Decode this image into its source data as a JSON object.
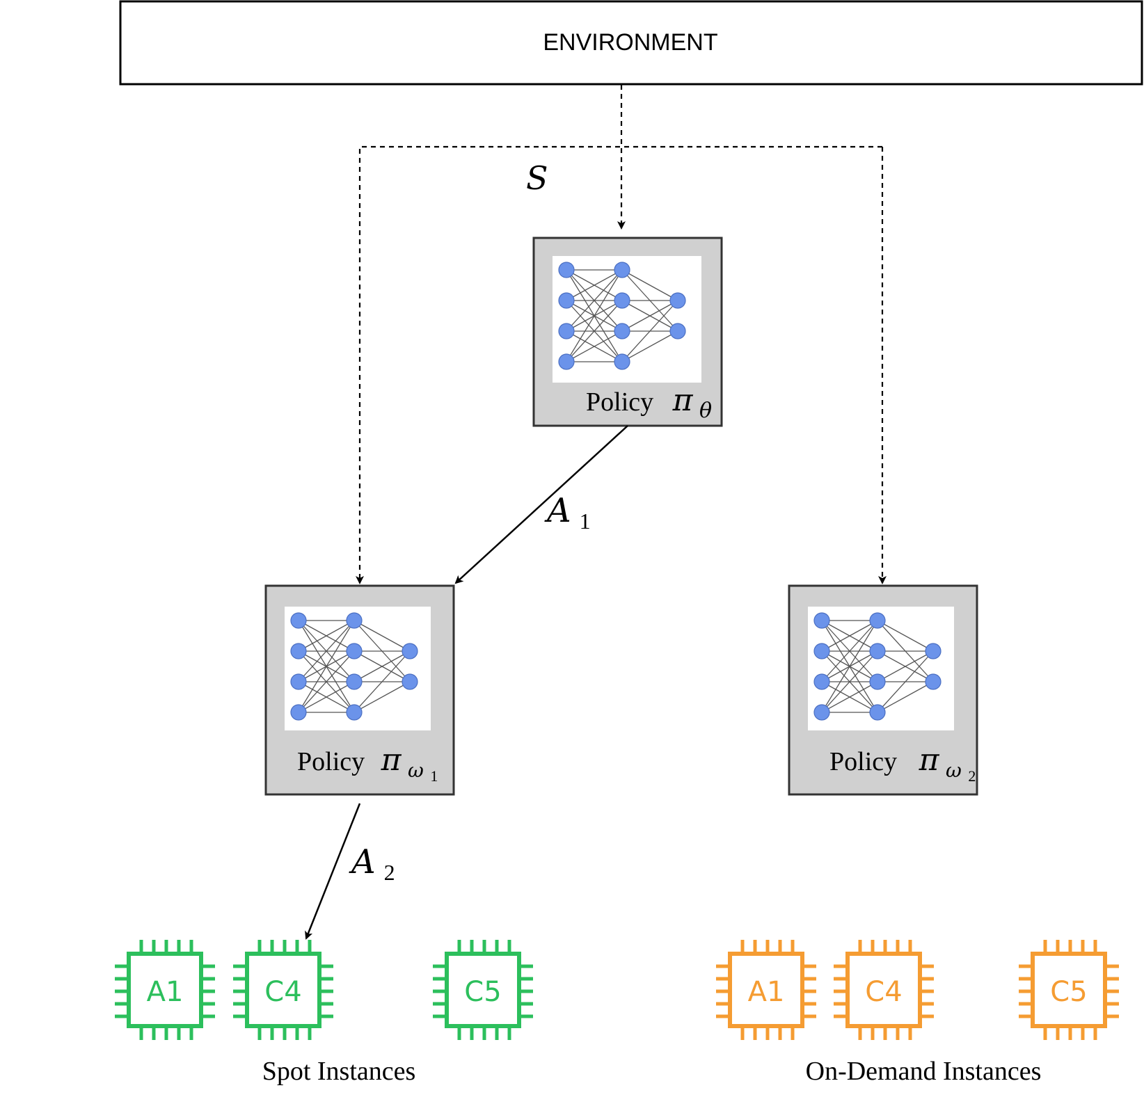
{
  "environment": {
    "label": "ENVIRONMENT"
  },
  "state_label": {
    "symbol": "S"
  },
  "policies": {
    "top": {
      "word": "Policy",
      "symbol": "π",
      "subscript": "θ",
      "subsubscript": ""
    },
    "left": {
      "word": "Policy",
      "symbol": "π",
      "subscript": "ω",
      "subsubscript": "1"
    },
    "right": {
      "word": "Policy",
      "symbol": "π",
      "subscript": "ω",
      "subsubscript": "2"
    }
  },
  "actions": {
    "a1": {
      "symbol": "A",
      "subscript": "1"
    },
    "a2": {
      "symbol": "A",
      "subscript": "2"
    }
  },
  "spot": {
    "caption": "Spot Instances",
    "color": "#2cbf5c",
    "chips": [
      "A1",
      "C4",
      "C5"
    ]
  },
  "on_demand": {
    "caption": "On-Demand Instances",
    "color": "#f59c32",
    "chips": [
      "A1",
      "C4",
      "C5"
    ]
  },
  "node_color": "#6b93ea"
}
